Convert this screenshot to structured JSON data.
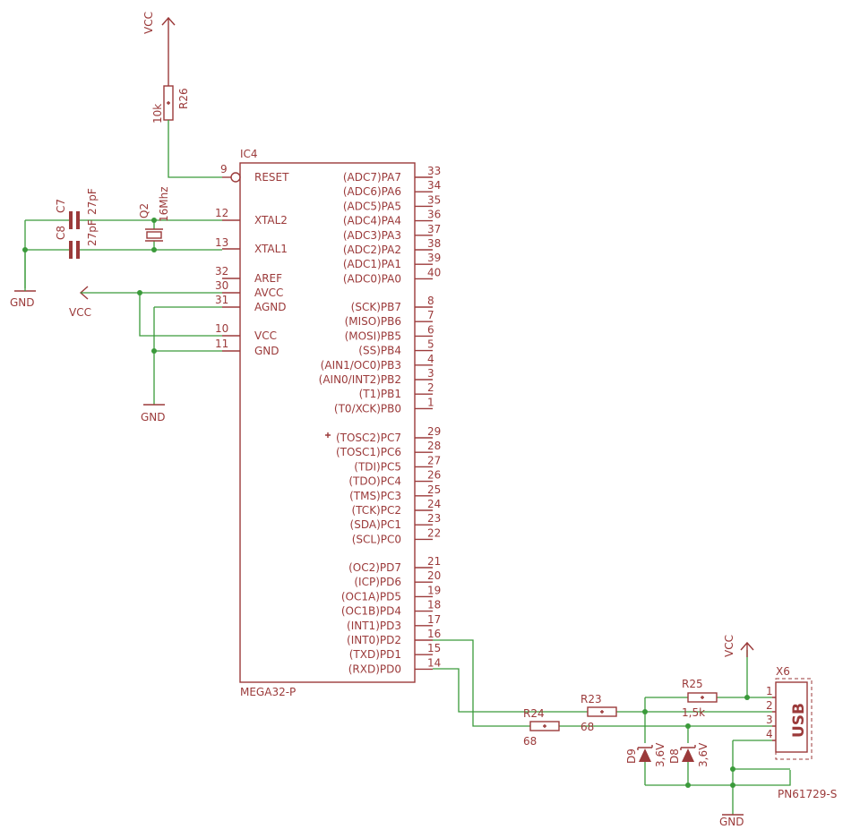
{
  "colors": {
    "part": "#9b3a3a",
    "wire": "#3a9a3a",
    "background": "#ffffff"
  },
  "labels": {
    "vcc_top": "VCC",
    "r26_value": "10k",
    "r26_name": "R26",
    "ic4_name": "IC4",
    "ic4_value": "MEGA32-P",
    "c7_name": "C7",
    "c8_name": "C8",
    "c7_value": "27pF",
    "c8_value": "27pF",
    "q2_name": "Q2",
    "q2_value": "16Mhz",
    "gnd_left": "GND",
    "vcc_left": "VCC",
    "gnd_mid": "GND",
    "r23_name": "R23",
    "r23_value": "68",
    "r24_name": "R24",
    "r24_value": "68",
    "r25_name": "R25",
    "r25_value": "1,5k",
    "vcc_usb": "VCC",
    "x6_name": "X6",
    "usb_text": "USB",
    "x6_value": "PN61729-S",
    "d9_name": "D9",
    "d9_value": "3,6V",
    "d8_name": "D8",
    "d8_value": "3,6V",
    "gnd_usb": "GND",
    "x6_pin1": "1",
    "x6_pin2": "2",
    "x6_pin3": "3",
    "x6_pin4": "4",
    "pin_reset_no": "9",
    "pin_xtal2_no": "12",
    "pin_xtal1_no": "13",
    "pin_aref_no": "32",
    "pin_avcc_no": "30",
    "pin_agnd_no": "31",
    "pin_vcc_no": "10",
    "pin_gnd_no": "11",
    "pin_reset": "RESET",
    "pin_xtal2": "XTAL2",
    "pin_xtal1": "XTAL1",
    "pin_aref": "AREF",
    "pin_avcc": "AVCC",
    "pin_agnd": "AGND",
    "pin_vcc": "VCC",
    "pin_gnd": "GND"
  },
  "right_pins": [
    {
      "name": "(ADC7)PA7",
      "num": "33"
    },
    {
      "name": "(ADC6)PA6",
      "num": "34"
    },
    {
      "name": "(ADC5)PA5",
      "num": "35"
    },
    {
      "name": "(ADC4)PA4",
      "num": "36"
    },
    {
      "name": "(ADC3)PA3",
      "num": "37"
    },
    {
      "name": "(ADC2)PA2",
      "num": "38"
    },
    {
      "name": "(ADC1)PA1",
      "num": "39"
    },
    {
      "name": "(ADC0)PA0",
      "num": "40"
    },
    {
      "name": "(SCK)PB7",
      "num": "8"
    },
    {
      "name": "(MISO)PB6",
      "num": "7"
    },
    {
      "name": "(MOSI)PB5",
      "num": "6"
    },
    {
      "name": "(SS)PB4",
      "num": "5"
    },
    {
      "name": "(AIN1/OC0)PB3",
      "num": "4"
    },
    {
      "name": "(AIN0/INT2)PB2",
      "num": "3"
    },
    {
      "name": "(T1)PB1",
      "num": "2"
    },
    {
      "name": "(T0/XCK)PB0",
      "num": "1"
    },
    {
      "name": "(TOSC2)PC7",
      "num": "29"
    },
    {
      "name": "(TOSC1)PC6",
      "num": "28"
    },
    {
      "name": "(TDI)PC5",
      "num": "27"
    },
    {
      "name": "(TDO)PC4",
      "num": "26"
    },
    {
      "name": "(TMS)PC3",
      "num": "25"
    },
    {
      "name": "(TCK)PC2",
      "num": "24"
    },
    {
      "name": "(SDA)PC1",
      "num": "23"
    },
    {
      "name": "(SCL)PC0",
      "num": "22"
    },
    {
      "name": "(OC2)PD7",
      "num": "21"
    },
    {
      "name": "(ICP)PD6",
      "num": "20"
    },
    {
      "name": "(OC1A)PD5",
      "num": "19"
    },
    {
      "name": "(OC1B)PD4",
      "num": "18"
    },
    {
      "name": "(INT1)PD3",
      "num": "17"
    },
    {
      "name": "(INT0)PD2",
      "num": "16"
    },
    {
      "name": "(TXD)PD1",
      "num": "15"
    },
    {
      "name": "(RXD)PD0",
      "num": "14"
    }
  ]
}
